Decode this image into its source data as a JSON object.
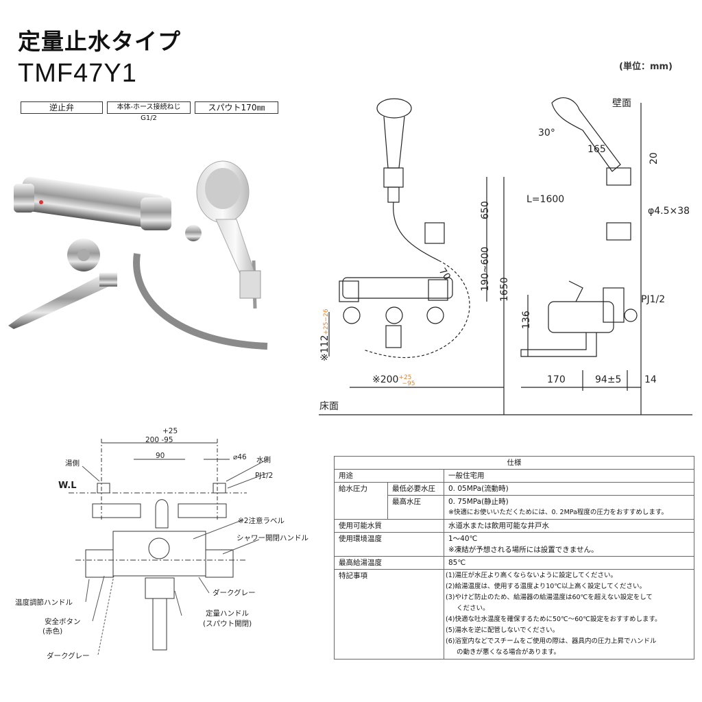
{
  "header": {
    "title": "定量止水タイプ",
    "model": "TMF47Y1",
    "tags": [
      "逆止弁",
      "本体-ホース接続ねじG1/2",
      "スパウト170㎜"
    ],
    "unit": "(単位：mm)"
  },
  "side_drawing": {
    "wall": "壁面",
    "floor": "床面",
    "angle": "30°",
    "d165": "165",
    "d20": "20",
    "hose": "L=1600",
    "screw": "φ4.5×38",
    "d650": "650",
    "d190_600": "190~600",
    "d70": "70",
    "d1650": "1650",
    "pj": "PJ1/2",
    "d136": "136",
    "d112": "※112",
    "d112_tol_up": "+25",
    "d112_tol_dn": "−26",
    "d200": "※200",
    "d200_tol_up": "+25",
    "d200_tol_dn": "−95",
    "d170": "170",
    "d94": "94±5",
    "d14": "14"
  },
  "top_drawing": {
    "tol_up": "+25",
    "d200": "200 -95",
    "d90": "90",
    "d46": "⌀46",
    "hot": "湯側",
    "cold": "水側",
    "pj": "PJ1/2",
    "wl": "W.L",
    "label2": "※2注意ラベル",
    "shower_handle": "シャワー開閉ハンドル",
    "dark_gray_r": "ダークグレー",
    "temp_handle": "温度調節ハンドル",
    "safety_btn": "安全ボタン",
    "safety_color": "(赤色)",
    "fixed_handle": "定量ハンドル",
    "fixed_sub": "(スパウト開閉)",
    "dark_gray_l": "ダークグレー"
  },
  "spec": {
    "title": "仕様",
    "use_label": "用途",
    "use": "一般住宅用",
    "pressure_label": "給水圧力",
    "min_label": "最低必要水圧",
    "min": "0. 05MPa(流動時)",
    "max_label": "最高水圧",
    "max": "0. 75MPa(静止時)",
    "max_note": "※快適にお使いいただくためには、0. 2MPa程度の圧力をおすすめします。",
    "water_label": "使用可能水質",
    "water": "水道水または飲用可能な井戸水",
    "env_label": "使用環境温度",
    "env": "1～40℃",
    "env_note": "※凍結が予想される場所には設置できません。",
    "hot_label": "最高給湯温度",
    "hot": "85℃",
    "notes_label": "特記事項",
    "notes": [
      "(1)湯圧が水圧より高くならないように設定してください。",
      "(2)給湯温度は、使用する温度より10℃以上高く設定してください。",
      "(3)やけど防止のため、給湯器の給湯温度は60℃を超えない設定をして",
      "ください。",
      "(4)快適な吐水温度を確保するために50℃～60℃設定をおすすめします。",
      "(5)湯水を逆に配管しないでください。",
      "(6)浴室内などでスチームをご使用の際は、器具内の圧力上昇でハンドル",
      "の動きが悪くなる場合があります。"
    ]
  },
  "colors": {
    "tolerance": "#d9822b"
  }
}
